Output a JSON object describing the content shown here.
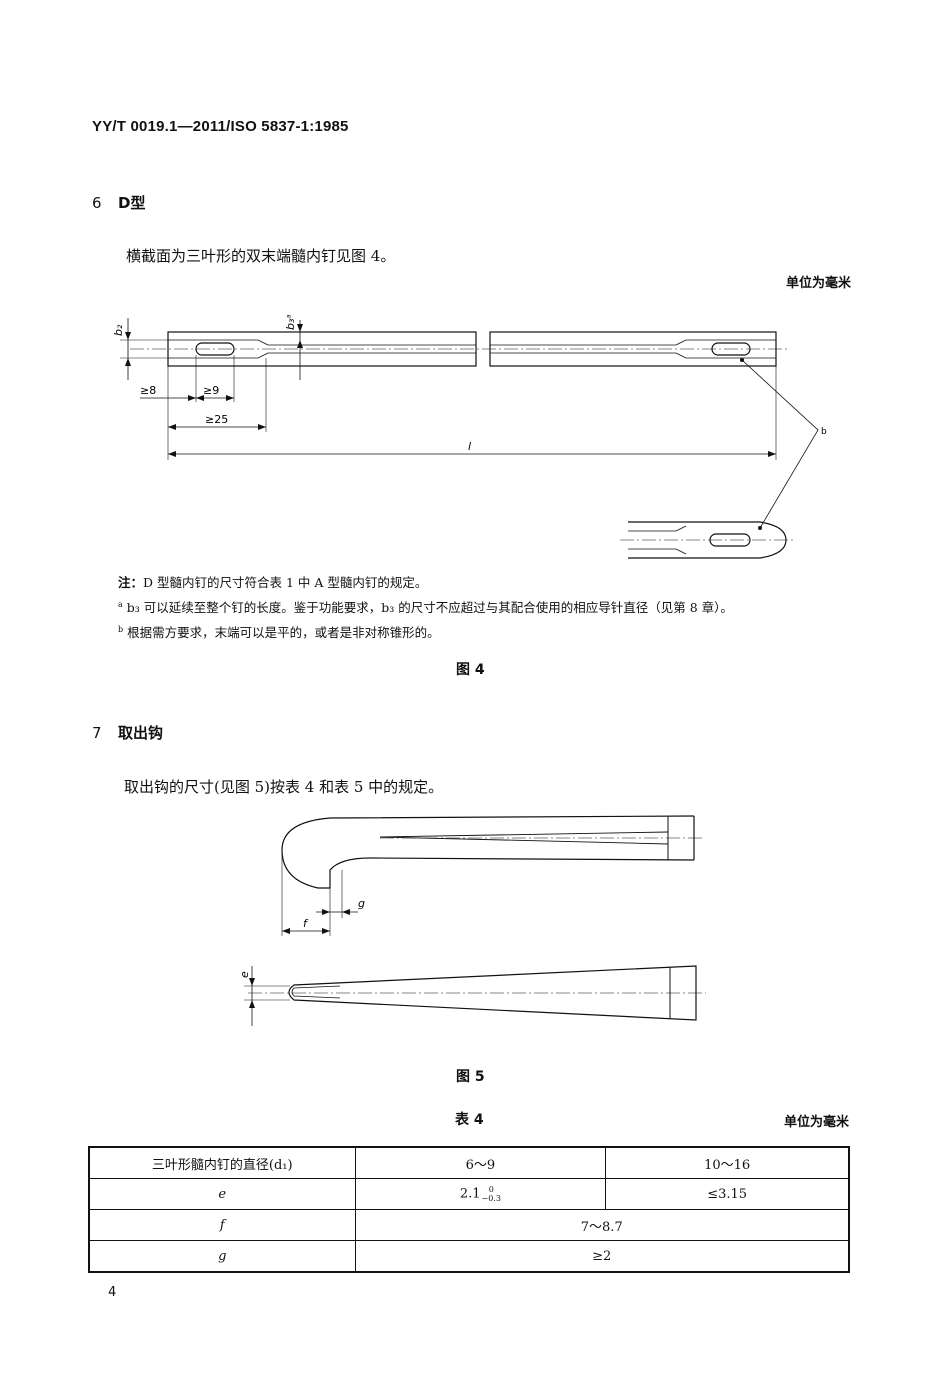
{
  "header": {
    "standard_code": "YY/T 0019.1—2011/ISO 5837-1:1985"
  },
  "section6": {
    "number": "6",
    "title": "D型",
    "paragraph": "横截面为三叶形的双末端髓内钉见图 4。",
    "unit_note": "单位为毫米"
  },
  "figure4": {
    "dim_b2": "b₂",
    "dim_b3": "b₃ᵃ",
    "dim_8": "≥8",
    "dim_9": "≥9",
    "dim_25": "≥25",
    "dim_l": "l",
    "callout_b": "b",
    "notes": {
      "label": "注：",
      "main": "D 型髓内钉的尺寸符合表 1 中 A 型髓内钉的规定。",
      "a_marker": "a",
      "a_text": "b₃ 可以延续至整个钉的长度。鉴于功能要求，b₃ 的尺寸不应超过与其配合使用的相应导针直径（见第 8 章）。",
      "b_marker": "b",
      "b_text": "根据需方要求，末端可以是平的，或者是非对称锥形的。"
    },
    "caption": "图 4"
  },
  "section7": {
    "number": "7",
    "title": "取出钩",
    "paragraph": "取出钩的尺寸(见图 5)按表 4 和表 5 中的规定。"
  },
  "figure5": {
    "dim_f": "f",
    "dim_g": "g",
    "dim_e": "e",
    "caption": "图 5"
  },
  "table4": {
    "title": "表 4",
    "unit_note": "单位为毫米",
    "header": {
      "label": "三叶形髓内钉的直径(d₁)",
      "col1": "6～9",
      "col2": "10～16"
    },
    "rows": [
      {
        "symbol": "e",
        "col1": "2.1",
        "col1_sup": "0",
        "col1_sub": "−0.3",
        "col2": "≤3.15"
      },
      {
        "symbol": "f",
        "merged": "7～8.7"
      },
      {
        "symbol": "g",
        "merged": "≥2"
      }
    ]
  },
  "page_number": "4"
}
